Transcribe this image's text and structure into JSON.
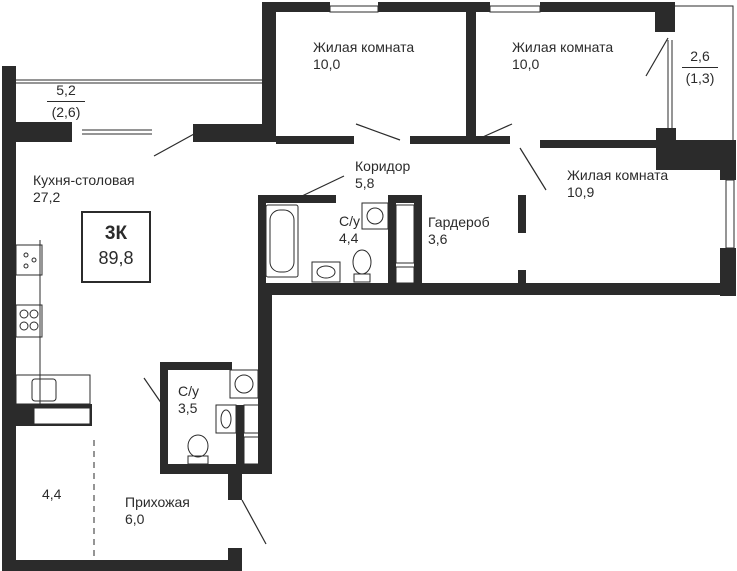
{
  "badge": {
    "type": "3К",
    "area": "89,8"
  },
  "rooms": {
    "living1": {
      "name": "Жилая комната",
      "area": "10,0"
    },
    "living2": {
      "name": "Жилая комната",
      "area": "10,0"
    },
    "living3": {
      "name": "Жилая комната",
      "area": "10,9"
    },
    "kitchen": {
      "name": "Кухня-столовая",
      "area": "27,2"
    },
    "corridor": {
      "name": "Коридор",
      "area": "5,8"
    },
    "bath1": {
      "name": "С/у",
      "area": "4,4"
    },
    "wardrobe": {
      "name": "Гардероб",
      "area": "3,6"
    },
    "bath2": {
      "name": "С/у",
      "area": "3,5"
    },
    "hall": {
      "name": "Прихожая",
      "area": "6,0"
    },
    "niche": {
      "area": "4,4"
    }
  },
  "balconies": {
    "left": {
      "area": "5,2",
      "reduced": "(2,6)"
    },
    "right": {
      "area": "2,6",
      "reduced": "(1,3)"
    }
  }
}
